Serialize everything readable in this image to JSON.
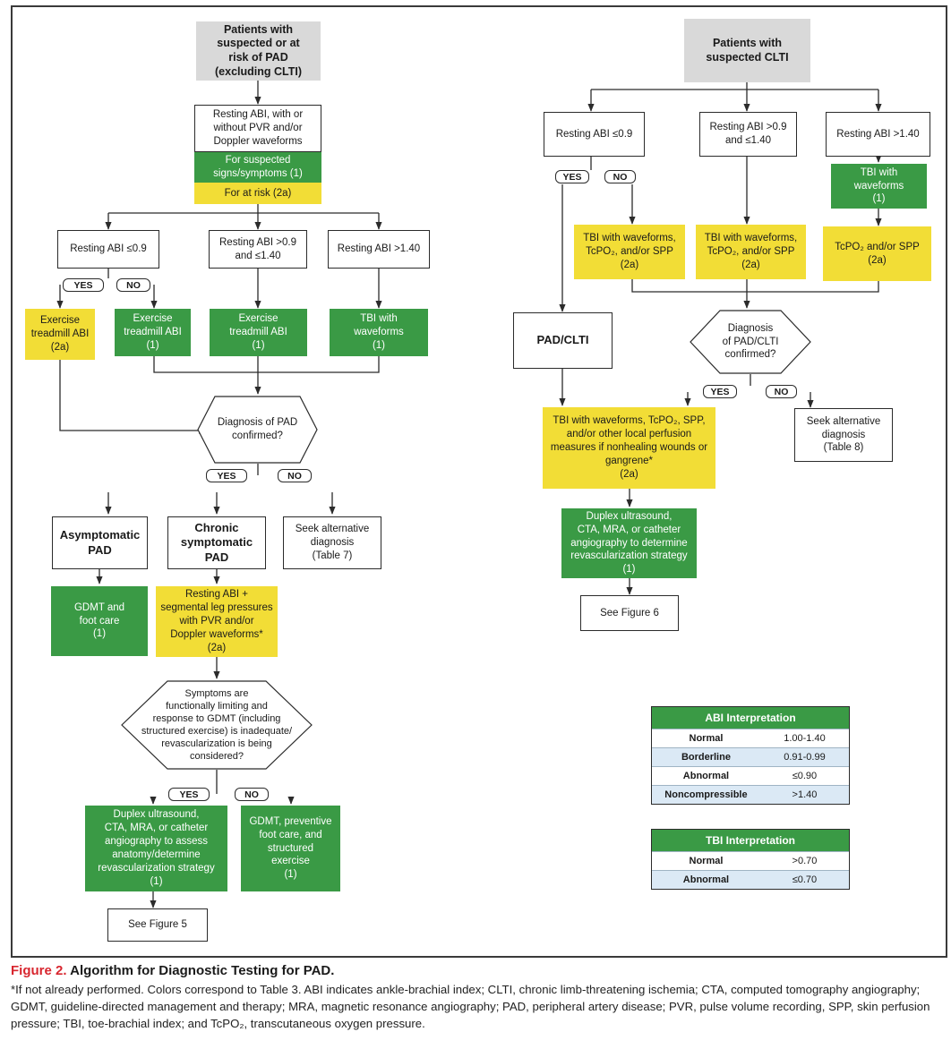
{
  "left": {
    "start": "Patients with\nsuspected or at\nrisk of PAD\n(excluding CLTI)",
    "resting": "Resting ABI, with or\nwithout PVR and/or\nDoppler waveforms",
    "suspected": "For suspected\nsigns/symptoms (1)",
    "at_risk": "For at risk (2a)",
    "abi_low": "Resting ABI ≤0.9",
    "abi_mid": "Resting ABI >0.9\nand ≤1.40",
    "abi_high": "Resting ABI >1.40",
    "yes1": "YES",
    "no1": "NO",
    "ex_yellow": "Exercise\ntreadmill ABI\n(2a)",
    "ex_green_a": "Exercise\ntreadmill ABI\n(1)",
    "ex_green_b": "Exercise\ntreadmill ABI\n(1)",
    "tbi": "TBI with\nwaveforms\n(1)",
    "dx": "Diagnosis of PAD\nconfirmed?",
    "yes2": "YES",
    "no2": "NO",
    "asym": "Asymptomatic\nPAD",
    "chronic": "Chronic\nsymptomatic\nPAD",
    "seek": "Seek alternative\ndiagnosis\n(Table 7)",
    "gdmt": "GDMT and\nfoot care\n(1)",
    "seg": "Resting ABI +\nsegmental leg pressures\nwith PVR and/or\nDoppler waveforms*\n(2a)",
    "symptoms": "Symptoms are\nfunctionally limiting and\nresponse to GDMT (including\nstructured exercise) is inadequate/\nrevascularization is being\nconsidered?",
    "yes3": "YES",
    "no3": "NO",
    "duplex": "Duplex ultrasound,\nCTA, MRA, or catheter\nangiography to assess\nanatomy/determine\nrevascularization strategy\n(1)",
    "preventive": "GDMT, preventive\nfoot care, and\nstructured\nexercise\n(1)",
    "fig5": "See Figure 5"
  },
  "right": {
    "start": "Patients with\nsuspected CLTI",
    "abi_low": "Resting ABI ≤0.9",
    "abi_mid": "Resting ABI >0.9\nand ≤1.40",
    "abi_high": "Resting ABI >1.40",
    "yes1": "YES",
    "no1": "NO",
    "tbi_green": "TBI with\nwaveforms\n(1)",
    "tbi_a": "TBI with waveforms,\nTcPO₂, and/or SPP\n(2a)",
    "tbi_b": "TBI with waveforms,\nTcPO₂, and/or SPP\n(2a)",
    "tcpo": "TcPO₂ and/or SPP\n(2a)",
    "pad_clti": "PAD/CLTI",
    "dx": "Diagnosis\nof PAD/CLTI\nconfirmed?",
    "yes2": "YES",
    "no2": "NO",
    "perfusion": "TBI with waveforms, TcPO₂, SPP,\nand/or other local perfusion\nmeasures if nonhealing wounds or\ngangrene*\n(2a)",
    "seek": "Seek alternative\ndiagnosis\n(Table 8)",
    "duplex": "Duplex ultrasound,\nCTA, MRA, or catheter\nangiography to determine\nrevascularization strategy\n(1)",
    "fig6": "See Figure 6"
  },
  "abi_table": {
    "title": "ABI Interpretation",
    "rows": [
      {
        "label": "Normal",
        "value": "1.00-1.40"
      },
      {
        "label": "Borderline",
        "value": "0.91-0.99"
      },
      {
        "label": "Abnormal",
        "value": "≤0.90"
      },
      {
        "label": "Noncompressible",
        "value": ">1.40"
      }
    ]
  },
  "tbi_table": {
    "title": "TBI Interpretation",
    "rows": [
      {
        "label": "Normal",
        "value": ">0.70"
      },
      {
        "label": "Abnormal",
        "value": "≤0.70"
      }
    ]
  },
  "caption": {
    "figure": "Figure 2.",
    "title": "Algorithm for Diagnostic Testing for PAD.",
    "body": "*If not already performed. Colors correspond to Table 3. ABI indicates ankle-brachial index; CLTI, chronic limb-threatening ischemia; CTA, computed tomography angiography; GDMT, guideline-directed management and therapy; MRA, magnetic resonance angiography; PAD, peripheral artery disease; PVR, pulse volume recording, SPP, skin perfusion pressure; TBI, toe-brachial index; and TcPO₂, transcutaneous oxygen pressure."
  },
  "colors": {
    "green": "#3a9a45",
    "yellow": "#f2dd36",
    "gray": "#d9d9d9",
    "caption_red": "#d8262f",
    "table_stripe": "#dbe9f5"
  }
}
